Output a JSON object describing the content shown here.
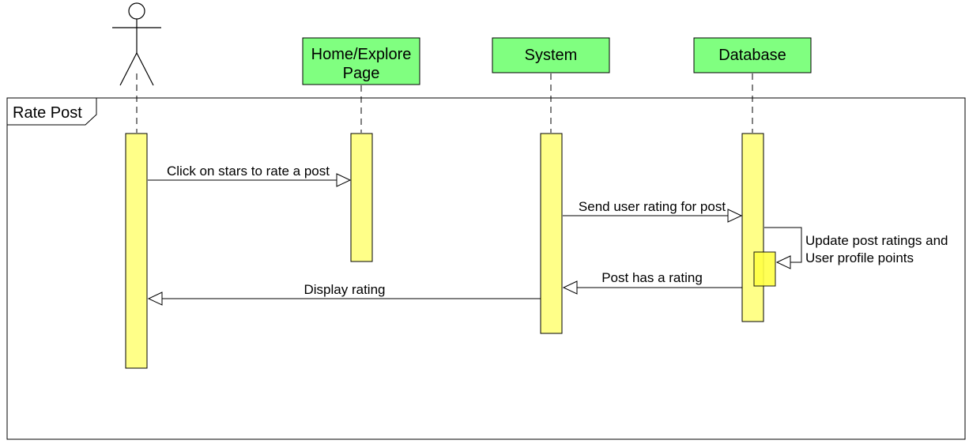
{
  "frame": {
    "title": "Rate Post"
  },
  "participants": {
    "actor": {
      "label": ""
    },
    "home": {
      "label_line1": "Home/Explore",
      "label_line2": "Page"
    },
    "system": {
      "label": "System"
    },
    "database": {
      "label": "Database"
    }
  },
  "messages": {
    "m1": "Click on stars to rate a post",
    "m2": "Send user rating for post",
    "m3_line1": "Update post ratings and",
    "m3_line2": "User profile points",
    "m4": "Post has a rating",
    "m5": "Display rating"
  },
  "colors": {
    "participant_fill": "#80ff80",
    "activation_fill": "#ffff88",
    "line": "#000000"
  }
}
